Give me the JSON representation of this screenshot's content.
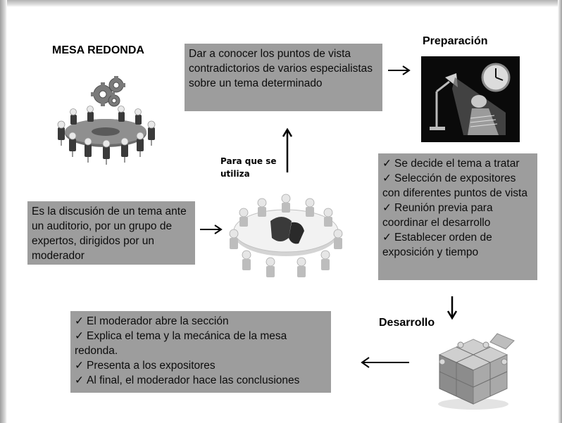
{
  "headings": {
    "mesa_redonda": "MESA REDONDA",
    "preparacion": "Preparación",
    "desarrollo": "Desarrollo",
    "para_que_line1": "Para que se",
    "para_que_line2": "utiliza"
  },
  "boxes": {
    "proposito": "Dar a conocer los puntos de vista contradictorios de varios especialistas sobre un tema determinado",
    "definicion": "Es la discusión de un tema ante un auditorio, por un grupo de expertos, dirigidos por un moderador"
  },
  "preparacion_steps": [
    "Se decide el tema a tratar",
    "Selección de expositores con diferentes puntos de vista",
    "Reunión previa para coordinar el desarrollo",
    "Establecer orden de exposición y tiempo"
  ],
  "desarrollo_steps": [
    "El moderador abre la sección",
    "Explica el tema y la mecánica de la mesa redonda.",
    "Presenta a los expositores",
    "Al final, el moderador hace las conclusiones"
  ],
  "check_glyph": "✓",
  "icons": {
    "meeting_gears": "meeting-table-gears-illustration",
    "presentation": "lamp-clock-presentation-illustration",
    "round_table": "round-table-puzzle-illustration",
    "puzzle": "puzzle-cube-illustration"
  },
  "colors": {
    "box_fill": "#9d9d9d",
    "text": "#111111",
    "arrow": "#000000"
  }
}
